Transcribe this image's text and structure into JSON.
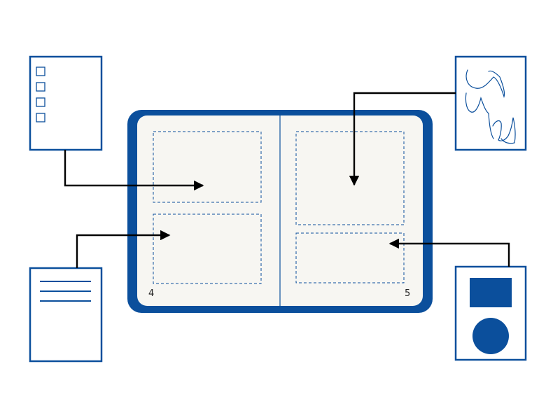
{
  "colors": {
    "accent": "#0b4f9c",
    "page": "#f7f6f2",
    "line": "#000000",
    "background": "#ffffff"
  },
  "book": {
    "left_page_number": "4",
    "right_page_number": "5"
  },
  "sources": {
    "checklist": {
      "icon": "checklist-icon",
      "checkbox_count": 4
    },
    "text_document": {
      "icon": "text-lines-icon",
      "line_count": 3
    },
    "drawing": {
      "icon": "scribble-drawing-icon"
    },
    "shapes": {
      "icon": "square-and-circle-icon"
    }
  }
}
